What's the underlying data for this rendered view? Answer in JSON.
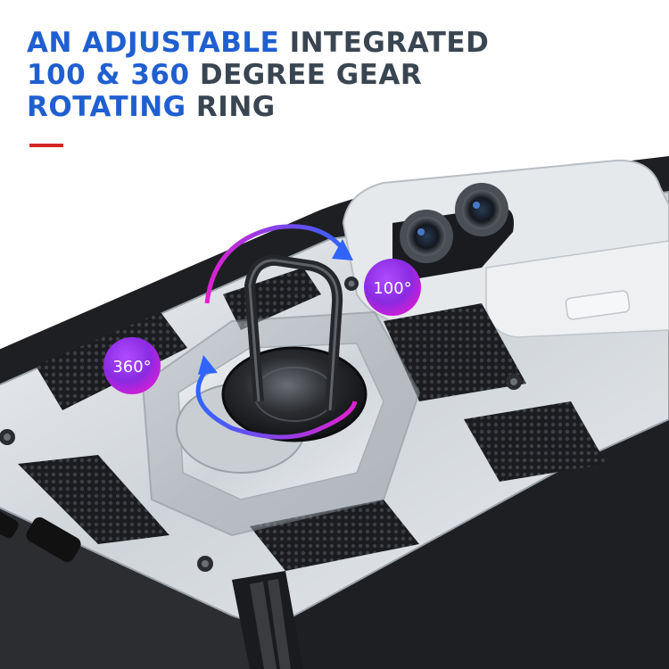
{
  "headline": {
    "line1_blue": "AN ADJUSTABLE",
    "line1_dark": " INTEGRATED",
    "line2_blue": "100 & 360",
    "line2_dark": " DEGREE GEAR",
    "line3_blue": "ROTATING",
    "line3_dark": " RING"
  },
  "badges": {
    "left": "360°",
    "right": "100°"
  },
  "colors": {
    "accent_blue": "#1f5fd0",
    "dark_text": "#3a4552",
    "accent_red": "#d32525",
    "arrow_blue": "#2f64ff",
    "arrow_magenta": "#e020d0",
    "case_silver": "#d8dce0",
    "case_black": "#1e1f22"
  },
  "icons": [
    "rotate-arrow-icon",
    "rotate-arrow-icon"
  ]
}
